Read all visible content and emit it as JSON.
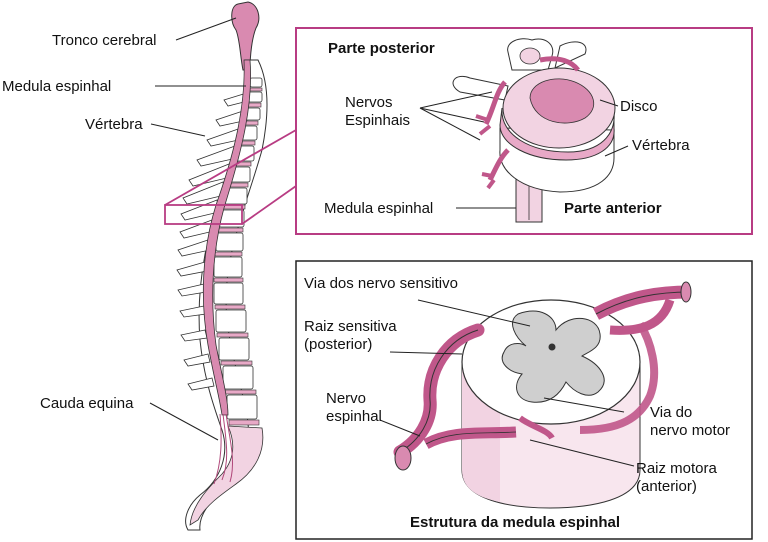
{
  "labels": {
    "tronco_cerebral": "Tronco cerebral",
    "medula_espinhal_left": "Medula espinhal",
    "vertebra_left": "Vértebra",
    "cauda_equina": "Cauda equina",
    "parte_posterior": "Parte  posterior",
    "nervos": "Nervos",
    "espinhais": "Espinhais",
    "disco": "Disco",
    "vertebra_top": "Vértebra",
    "medula_espinhal_top": "Medula espinhal",
    "parte_anterior": "Parte anterior",
    "via_sensitivo": "Via dos nervo sensitivo",
    "raiz_sensitiva_1": "Raiz sensitiva",
    "raiz_sensitiva_2": "(posterior)",
    "nervo_1": "Nervo",
    "nervo_2": "espinhal",
    "via_motor_1": "Via do",
    "via_motor_2": "nervo motor",
    "raiz_motora_1": "Raiz motora",
    "raiz_motora_2": "(anterior)",
    "estrutura_caption": "Estrutura da medula espinhal"
  },
  "colors": {
    "pink_dark": "#c0578a",
    "pink_mid": "#d98ab0",
    "pink_light": "#f2d3e2",
    "pink_pale": "#f8e6ee",
    "frame_pink": "#b83c83",
    "grey_matter": "#cfcfcf"
  }
}
